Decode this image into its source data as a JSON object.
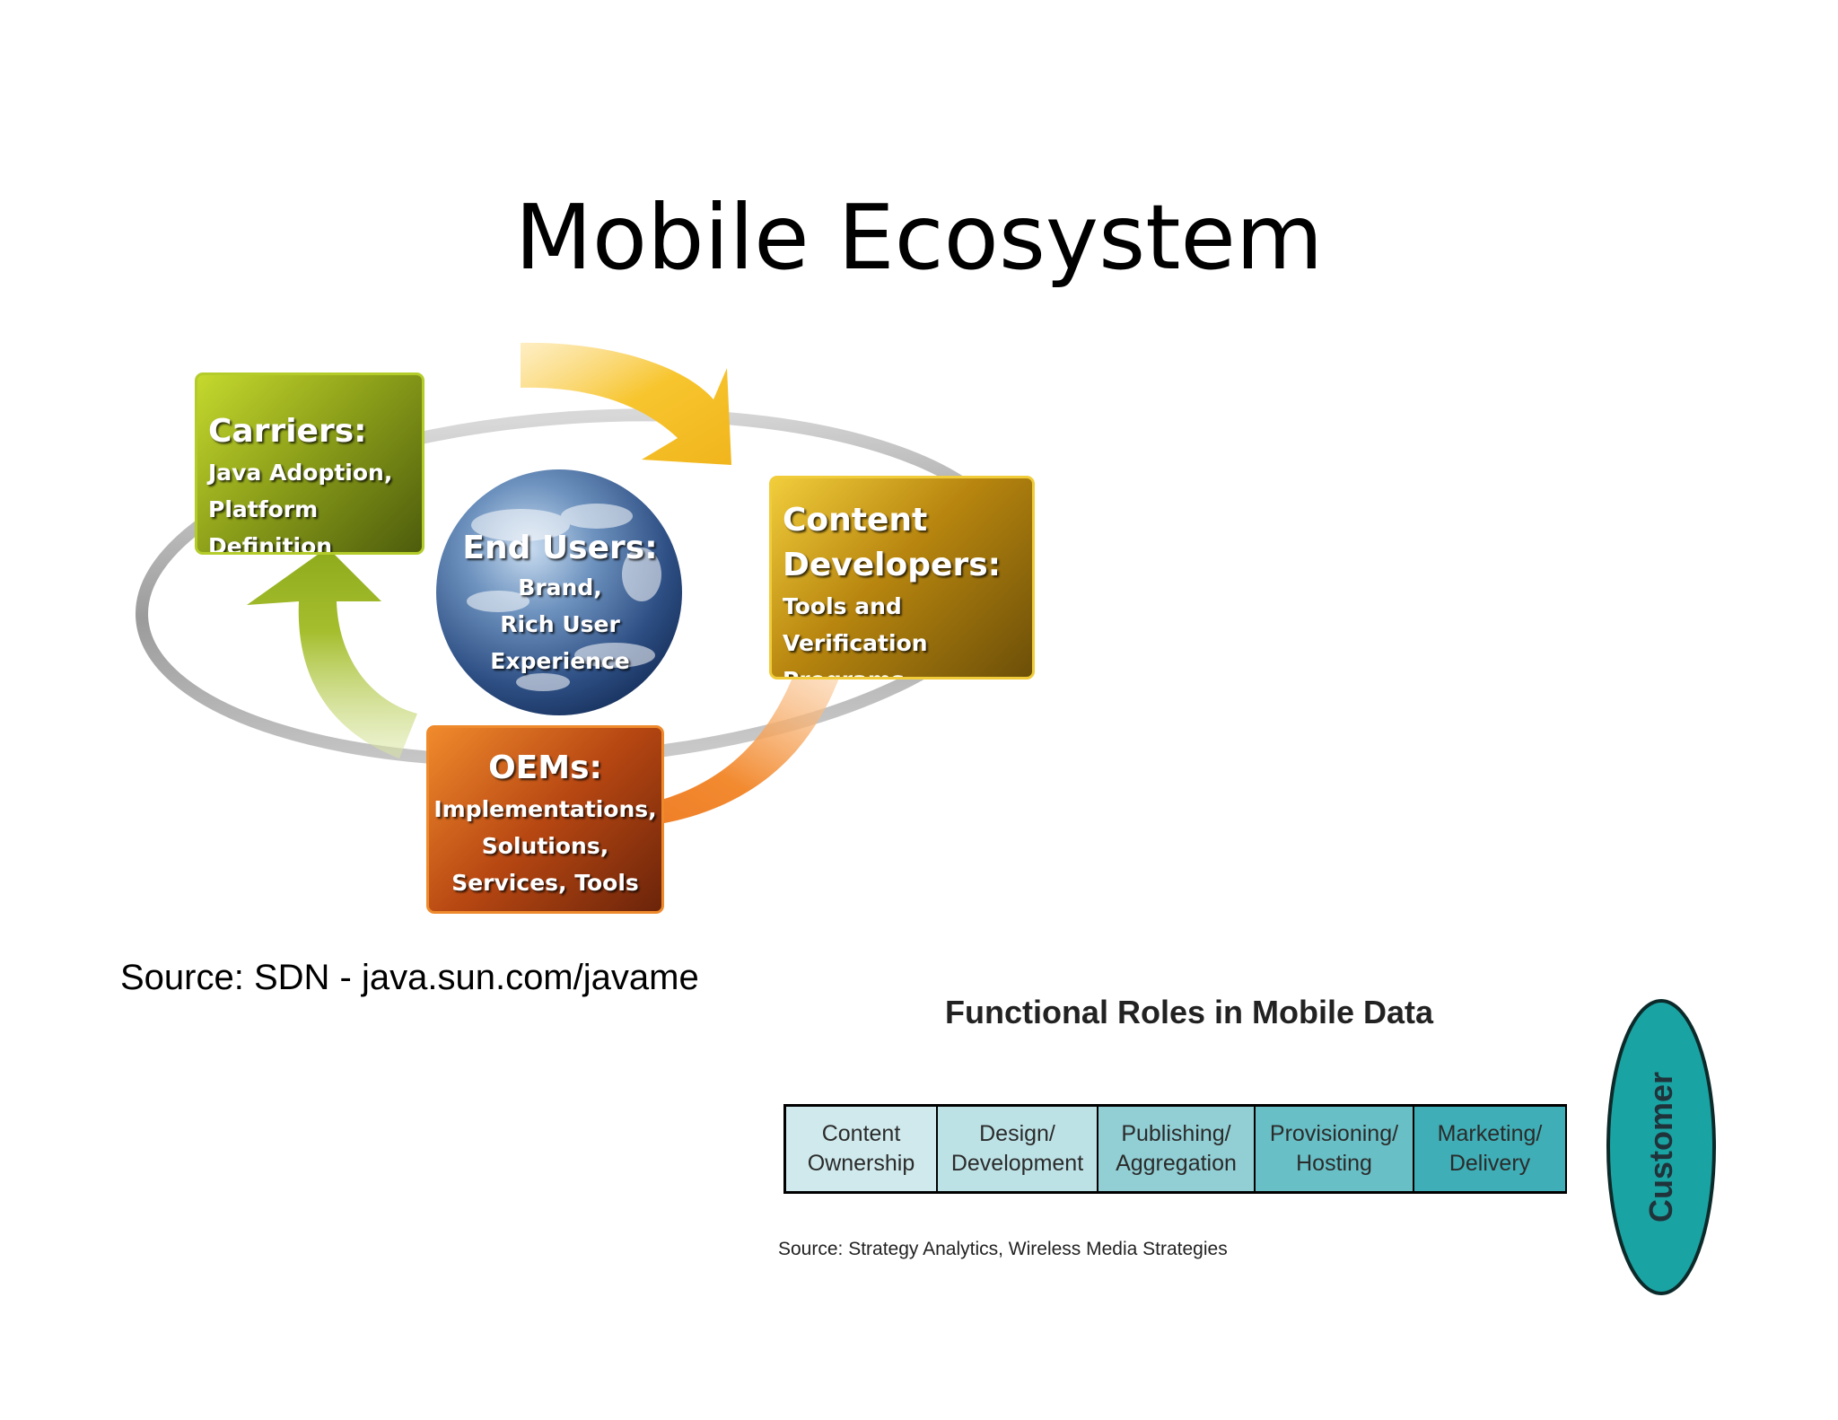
{
  "title": "Mobile Ecosystem",
  "ecosystem": {
    "carriers": {
      "heading": "Carriers:",
      "line1": "Java Adoption,",
      "line2": "Platform Definition"
    },
    "end_users": {
      "heading": "End Users:",
      "line1": "Brand,",
      "line2": "Rich User Experience"
    },
    "content_developers": {
      "heading1": "Content",
      "heading2": "Developers:",
      "line1": "Tools and Verification",
      "line2": "Programs"
    },
    "oems": {
      "heading": "OEMs:",
      "line1": "Implementations,",
      "line2": "Solutions,",
      "line3": "Services, Tools"
    },
    "colors": {
      "carriers": "#9bb31e",
      "content": "#e0b12a",
      "oems": "#d9651e",
      "arrow_yellow": "#f5c12a",
      "arrow_orange": "#ef7f25",
      "arrow_green": "#9cb52a"
    }
  },
  "source_sdn": "Source: SDN - java.sun.com/javame",
  "functional_roles": {
    "title": "Functional Roles in Mobile Data",
    "cells": [
      {
        "line1": "Content",
        "line2": "Ownership",
        "color": "#cfe9ec"
      },
      {
        "line1": "Design/",
        "line2": "Development",
        "color": "#bde2e6"
      },
      {
        "line1": "Publishing/",
        "line2": "Aggregation",
        "color": "#91cfd5"
      },
      {
        "line1": "Provisioning/",
        "line2": "Hosting",
        "color": "#68bfc6"
      },
      {
        "line1": "Marketing/",
        "line2": "Delivery",
        "color": "#3faeb6"
      }
    ],
    "customer_label": "Customer",
    "customer_color": "#1aa3a3",
    "source": "Source: Strategy Analytics, Wireless Media Strategies"
  }
}
